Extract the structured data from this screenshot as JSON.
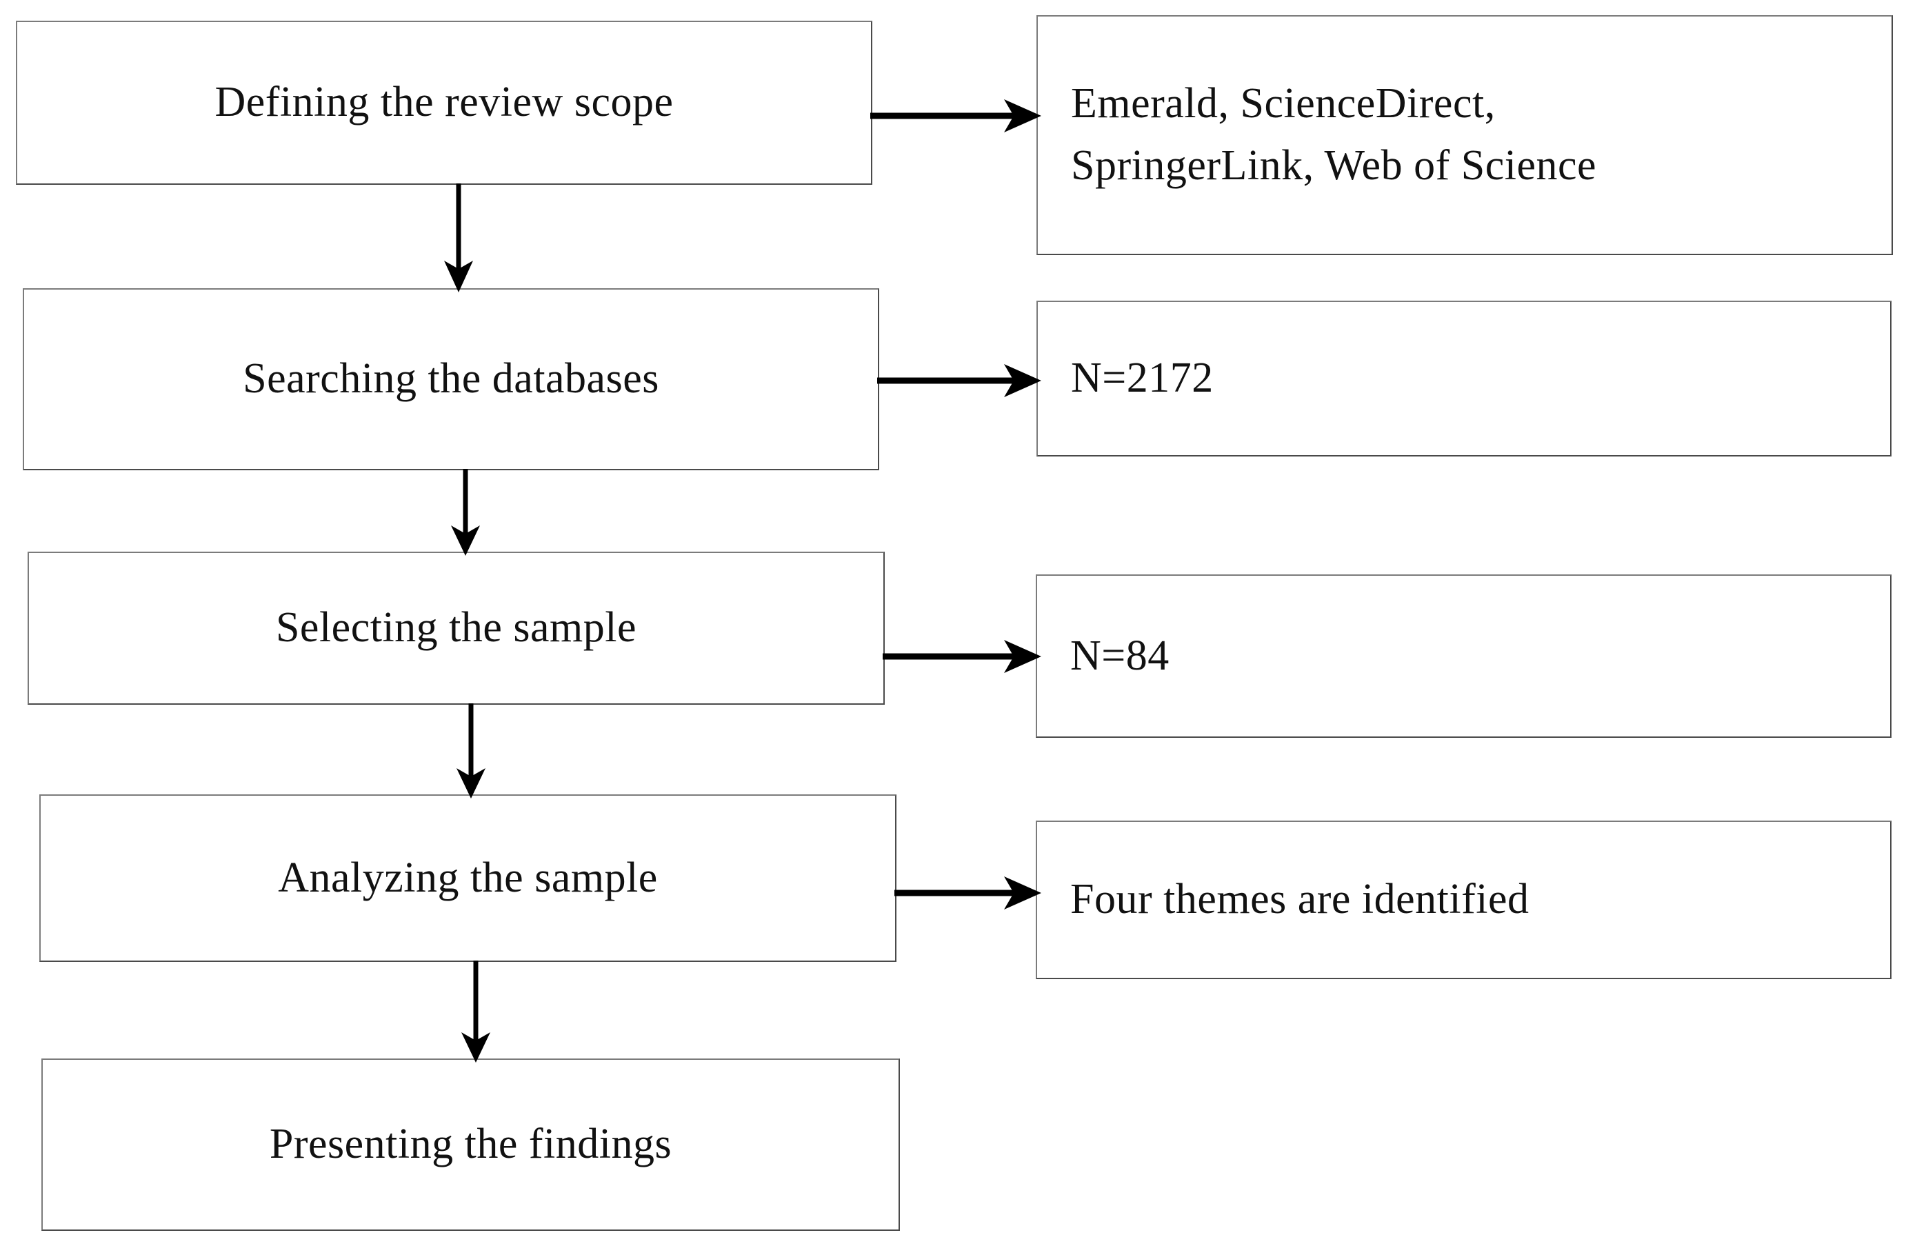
{
  "diagram": {
    "title": "Literature review process flowchart",
    "background_color": "#ffffff",
    "box_border_color": "#7b7b7b",
    "box_fill_color": "#ffffff",
    "text_color": "#111111",
    "arrow_color": "#000000"
  },
  "process_steps": [
    {
      "id": "step-1",
      "label": "Defining the review scope"
    },
    {
      "id": "step-2",
      "label": "Searching the databases"
    },
    {
      "id": "step-3",
      "label": "Selecting the sample"
    },
    {
      "id": "step-4",
      "label": "Analyzing the sample"
    },
    {
      "id": "step-5",
      "label": "Presenting the findings"
    }
  ],
  "outputs": [
    {
      "id": "output-1",
      "label": "Emerald, ScienceDirect,\nSpringerLink, Web of Science"
    },
    {
      "id": "output-2",
      "label": "N=2172"
    },
    {
      "id": "output-3",
      "label": "N=84"
    },
    {
      "id": "output-4",
      "label": "Four themes are identified"
    }
  ],
  "connections": {
    "vertical": [
      {
        "from": "step-1",
        "to": "step-2"
      },
      {
        "from": "step-2",
        "to": "step-3"
      },
      {
        "from": "step-3",
        "to": "step-4"
      },
      {
        "from": "step-4",
        "to": "step-5"
      }
    ],
    "horizontal": [
      {
        "from": "step-1",
        "to": "output-1"
      },
      {
        "from": "step-2",
        "to": "output-2"
      },
      {
        "from": "step-3",
        "to": "output-3"
      },
      {
        "from": "step-4",
        "to": "output-4"
      }
    ]
  }
}
